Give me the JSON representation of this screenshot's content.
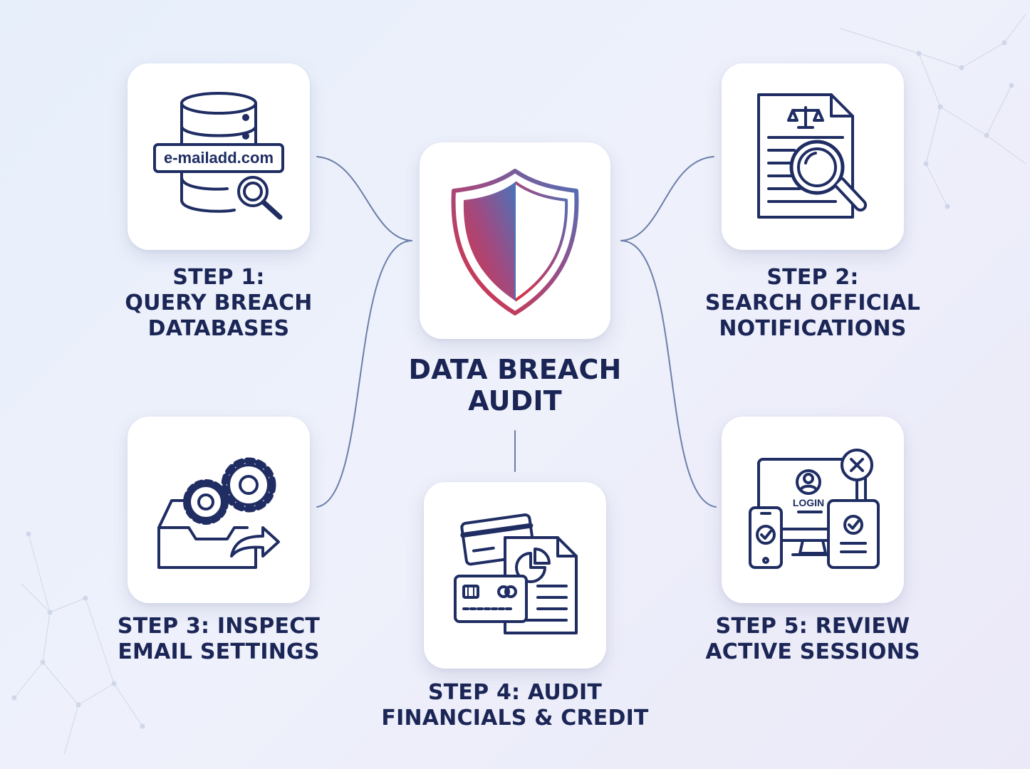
{
  "title": {
    "line1": "DATA BREACH",
    "line2": "AUDIT"
  },
  "steps": [
    {
      "line1": "STEP 1:",
      "line2": "QUERY BREACH",
      "line3": "DATABASES",
      "icon": "database-search-icon"
    },
    {
      "line1": "STEP 2:",
      "line2": "SEARCH OFFICIAL",
      "line3": "NOTIFICATIONS",
      "icon": "legal-document-search-icon"
    },
    {
      "line1": "STEP 3: INSPECT",
      "line2": "EMAIL SETTINGS",
      "icon": "inbox-gears-forward-icon"
    },
    {
      "line1": "STEP 4: AUDIT",
      "line2": "FINANCIALS & CREDIT",
      "icon": "cards-and-report-icon"
    },
    {
      "line1": "STEP 5: REVIEW",
      "line2": "ACTIVE SESSIONS",
      "icon": "devices-login-icon"
    }
  ],
  "icon_text": {
    "email": "e-mailadd.com",
    "login": "LOGIN"
  },
  "colors": {
    "ink": "#1b2656",
    "icon_stroke": "#1f2d63",
    "shield_red": "#e0303f",
    "shield_blue": "#4a73b8",
    "connector": "#6c7fa8"
  }
}
